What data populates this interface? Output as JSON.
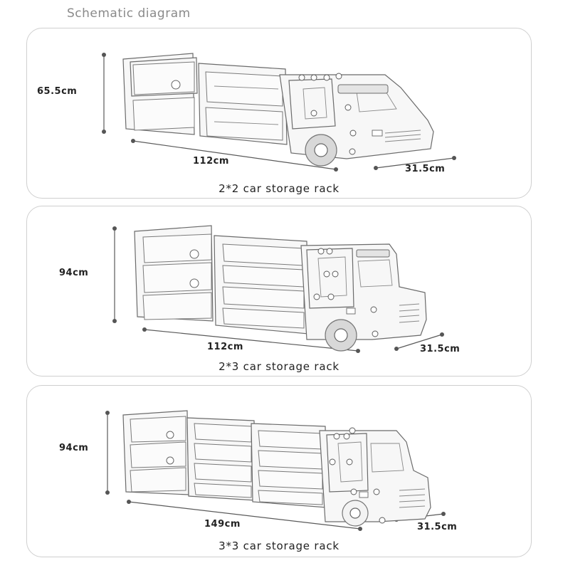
{
  "heading": "Schematic diagram",
  "racks": [
    {
      "height_label": "65.5cm",
      "width_label": "112cm",
      "depth_label": "31.5cm",
      "caption": "2*2 car storage rack"
    },
    {
      "height_label": "94cm",
      "width_label": "112cm",
      "depth_label": "31.5cm",
      "caption": "2*3 car storage rack"
    },
    {
      "height_label": "94cm",
      "width_label": "149cm",
      "depth_label": "31.5cm",
      "caption": "3*3 car storage rack"
    }
  ]
}
